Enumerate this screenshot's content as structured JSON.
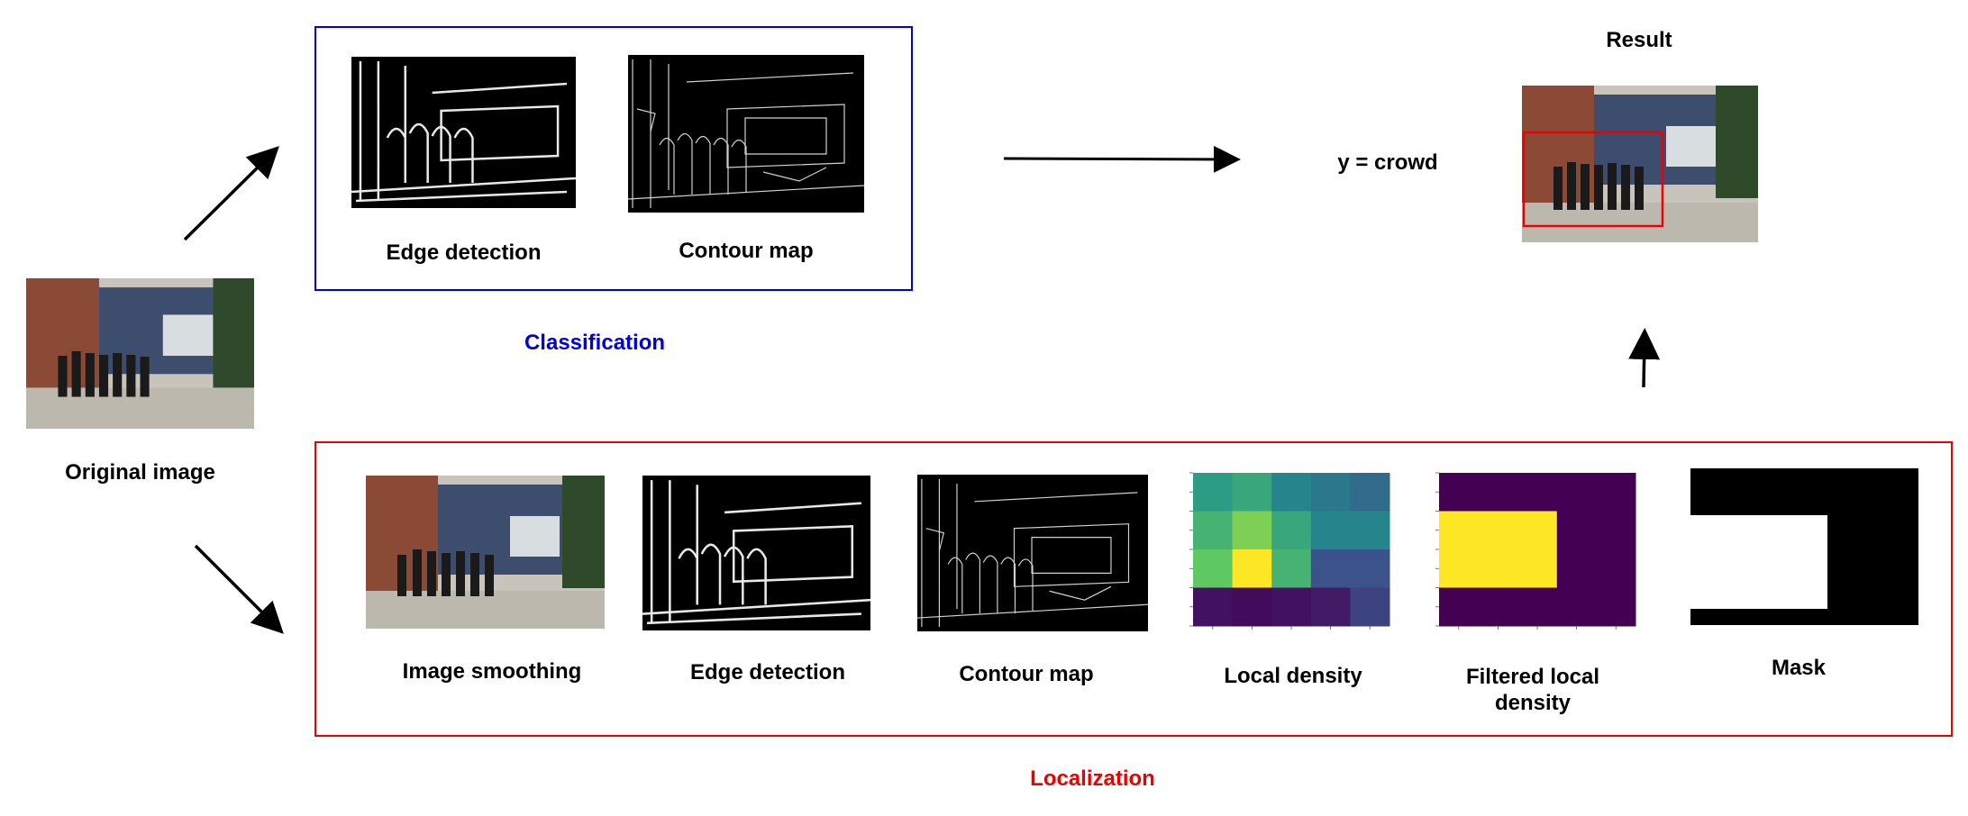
{
  "colors": {
    "classification": "#0000dd",
    "localization": "#ee0000",
    "arrow": "#000000",
    "viridis_dark": "#440154",
    "viridis_yellow": "#fde725"
  },
  "original": {
    "label": "Original image"
  },
  "classification": {
    "title": "Classification",
    "steps": [
      "Edge detection",
      "Contour map"
    ]
  },
  "classification_output": {
    "text": "y = crowd"
  },
  "result": {
    "title": "Result"
  },
  "localization": {
    "title": "Localization",
    "steps": [
      "Image smoothing",
      "Edge detection",
      "Contour map",
      "Local density",
      "Filtered local density",
      "Mask"
    ]
  },
  "local_density_grid": [
    [
      0.55,
      0.6,
      0.45,
      0.4,
      0.35
    ],
    [
      0.65,
      0.8,
      0.6,
      0.45,
      0.45
    ],
    [
      0.75,
      1.0,
      0.65,
      0.25,
      0.25
    ],
    [
      0.05,
      0.03,
      0.05,
      0.08,
      0.2
    ]
  ],
  "filtered_density_grid": [
    [
      0,
      0,
      0,
      0,
      0
    ],
    [
      1,
      1,
      1,
      0,
      0
    ],
    [
      1,
      1,
      1,
      0,
      0
    ],
    [
      0,
      0,
      0,
      0,
      0
    ]
  ]
}
